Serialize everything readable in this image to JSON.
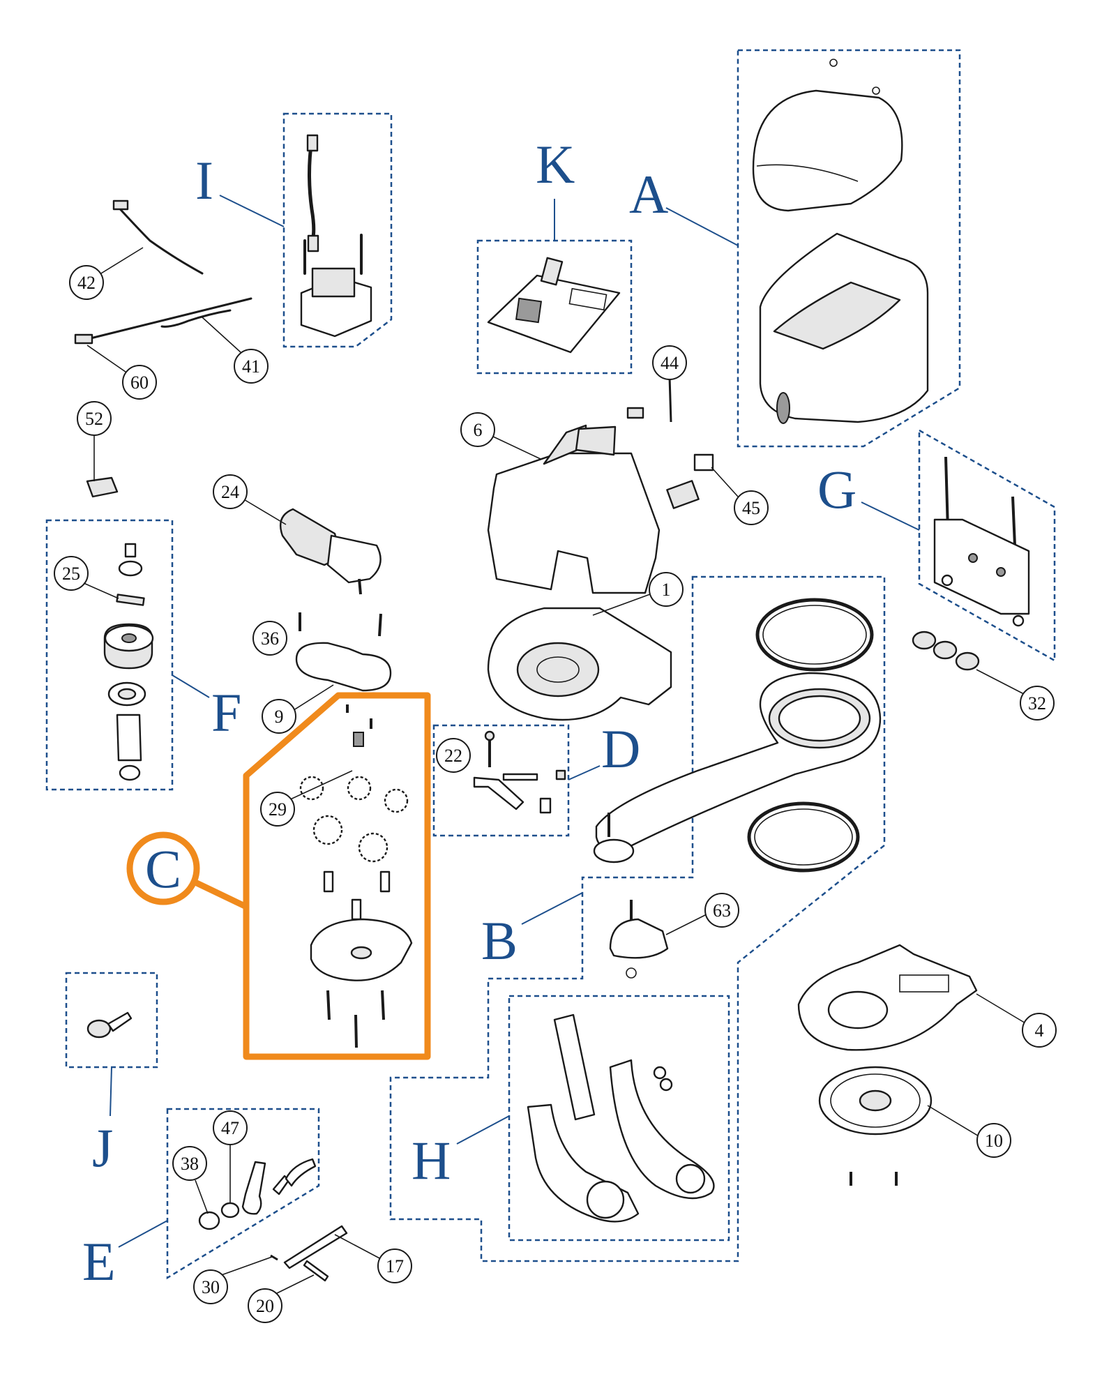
{
  "accent_color": "#1d4f8c",
  "highlight_color": "#f08a1c",
  "groups": {
    "A": "A",
    "B": "B",
    "C": "C",
    "D": "D",
    "E": "E",
    "F": "F",
    "G": "G",
    "H": "H",
    "I": "I",
    "J": "J",
    "K": "K"
  },
  "parts": {
    "p1": "1",
    "p4": "4",
    "p6": "6",
    "p9": "9",
    "p10": "10",
    "p17": "17",
    "p20": "20",
    "p22": "22",
    "p24": "24",
    "p25": "25",
    "p29": "29",
    "p30": "30",
    "p32": "32",
    "p36": "36",
    "p38": "38",
    "p41": "41",
    "p42": "42",
    "p44": "44",
    "p45": "45",
    "p47": "47",
    "p52": "52",
    "p60": "60",
    "p63": "63"
  }
}
